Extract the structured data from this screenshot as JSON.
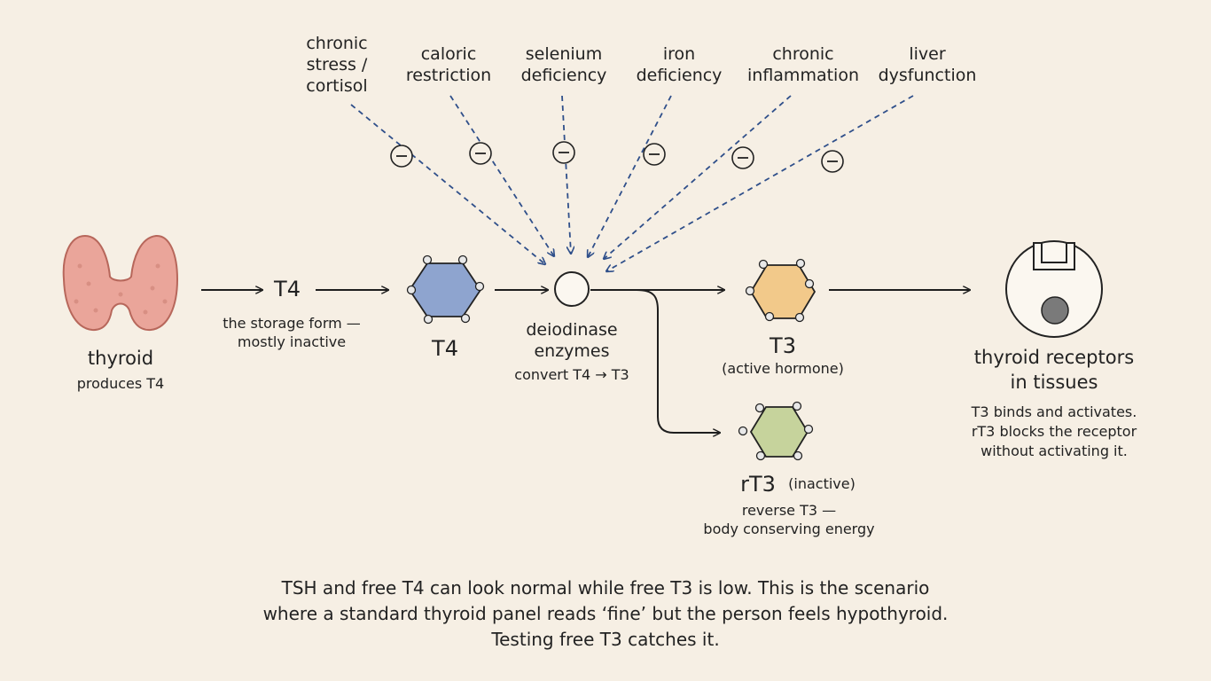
{
  "inhibitors": [
    {
      "label": "chronic stress / cortisol",
      "lines": [
        "chronic",
        "stress /",
        "cortisol"
      ]
    },
    {
      "label": "caloric restriction",
      "lines": [
        "caloric",
        "restriction"
      ]
    },
    {
      "label": "selenium deficiency",
      "lines": [
        "selenium",
        "deficiency"
      ]
    },
    {
      "label": "iron deficiency",
      "lines": [
        "iron",
        "deficiency"
      ]
    },
    {
      "label": "chronic inflammation",
      "lines": [
        "chronic",
        "inflammation"
      ]
    },
    {
      "label": "liver dysfunction",
      "lines": [
        "liver",
        "dysfunction"
      ]
    }
  ],
  "inhibit_symbol": "−",
  "thyroid": {
    "title": "thyroid",
    "subtitle": "produces T4"
  },
  "t4_arrow": {
    "label": "T4",
    "caption_line1": "the storage form —",
    "caption_line2": "mostly inactive"
  },
  "t4_molecule": {
    "label": "T4",
    "color": "#8ea4cf"
  },
  "enzyme": {
    "title_line1": "deiodinase",
    "title_line2": "enzymes",
    "subtitle": "convert T4 → T3"
  },
  "t3": {
    "label": "T3",
    "subtitle": "(active hormone)",
    "color": "#f2c98a"
  },
  "rt3": {
    "label": "rT3",
    "tag": "(inactive)",
    "caption_line1": "reverse T3 —",
    "caption_line2": "body conserving energy",
    "color": "#c6d39c"
  },
  "receptor": {
    "title_line1": "thyroid receptors",
    "title_line2": "in tissues",
    "desc_line1": "T3 binds and activates.",
    "desc_line2": "rT3 blocks the receptor",
    "desc_line3": "without activating it."
  },
  "footnote": {
    "line1": "TSH and free T4 can look normal while free T3 is low. This is the scenario",
    "line2": "where a standard thyroid panel reads ‘fine’ but the person feels hypothyroid.",
    "line3": "Testing free T3 catches it."
  },
  "colors": {
    "inhibitor_line": "#2f4f8a",
    "arrow": "#1e1e1e",
    "thyroid": "#eaa59a",
    "thyroid_stroke": "#b7675b"
  }
}
